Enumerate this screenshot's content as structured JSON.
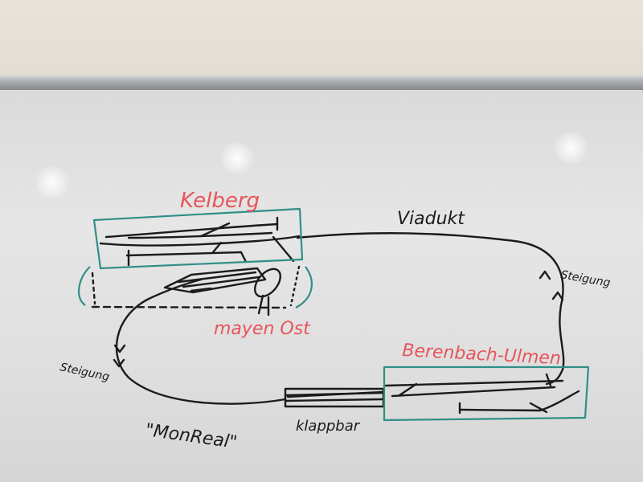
{
  "labels": {
    "station_kelberg": "Kelberg",
    "station_mayen_ost": "mayen Ost",
    "station_berenbach_ulmen": "Berenbach-Ulmen",
    "viaduct": "Viadukt",
    "incline_right": "Steigung",
    "incline_left": "Steigung",
    "monreal": "\"MonReal\"",
    "folding_section": "klappbar"
  },
  "colors": {
    "marker_black": "#1b1b1b",
    "marker_red": "#e8545a",
    "marker_teal": "#2f8f86",
    "board_white": "#e2e2e2"
  }
}
